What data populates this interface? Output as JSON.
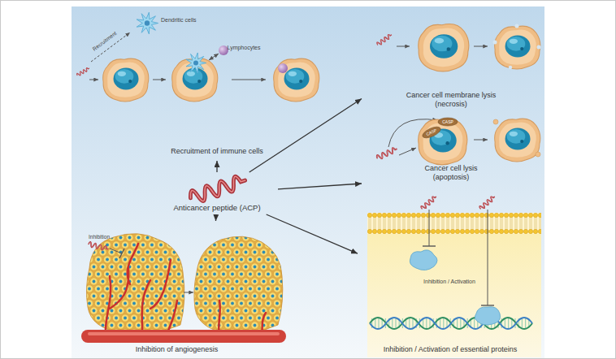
{
  "diagram": {
    "nodes": [
      {
        "text": [
          "Anticancer peptide (ACP)"
        ]
      },
      {
        "text": [
          "Recruitment of immune cells"
        ]
      },
      {
        "text": [
          "Cancer cell membrane lysis (necrosis)"
        ]
      },
      {
        "text": [
          "Cancer cell lysis (apoptosis)"
        ]
      },
      {
        "text": [
          "Inhibition of angiogenesis"
        ]
      },
      {
        "text": [
          "Inhibition / Activation of essential proteins"
        ]
      }
    ],
    "edges": [
      {
        "from": 0,
        "to": 1,
        "arrow": "to"
      },
      {
        "from": 0,
        "to": 2,
        "arrow": "to"
      },
      {
        "from": 0,
        "to": 3,
        "arrow": "to"
      },
      {
        "from": 0,
        "to": 4,
        "arrow": "to"
      },
      {
        "from": 0,
        "to": 5,
        "arrow": "to"
      }
    ],
    "labels": [
      "Dendritic cells",
      "Recruitment",
      "Lymphocytes",
      "CASP",
      "CASP",
      "Inhibition",
      "Inhibition / Activation"
    ]
  }
}
